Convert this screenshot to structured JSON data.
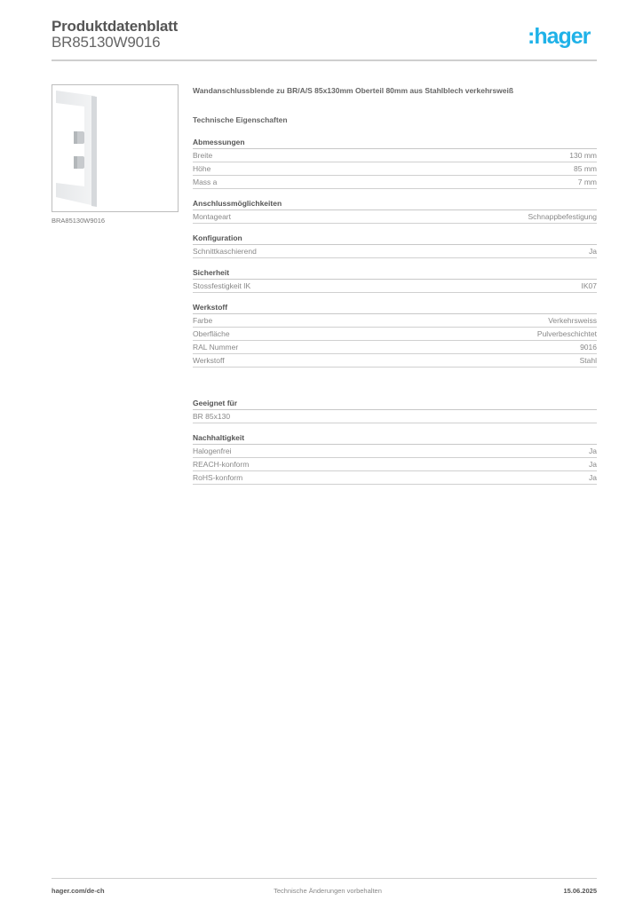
{
  "header": {
    "title": "Produktdatenblatt",
    "product_code": "BR85130W9016",
    "logo_text": "hager",
    "logo_prefix": ":",
    "brand_color": "#1fb2e8"
  },
  "image": {
    "caption": "BRA85130W9016",
    "icon": "product-photo-wall-connection-cover"
  },
  "description": "Wandanschlussblende zu BR/A/S 85x130mm Oberteil 80mm aus Stahlblech verkehrsweiß",
  "tech_title": "Technische Eigenschaften",
  "sections": [
    {
      "title": "Abmessungen",
      "rows": [
        {
          "label": "Breite",
          "value": "130 mm"
        },
        {
          "label": "Höhe",
          "value": "85 mm"
        },
        {
          "label": "Mass a",
          "value": "7 mm"
        }
      ]
    },
    {
      "title": "Anschlussmöglichkeiten",
      "rows": [
        {
          "label": "Montageart",
          "value": "Schnappbefestigung"
        }
      ]
    },
    {
      "title": "Konfiguration",
      "rows": [
        {
          "label": "Schnittkaschierend",
          "value": "Ja"
        }
      ]
    },
    {
      "title": "Sicherheit",
      "rows": [
        {
          "label": "Stossfestigkeit IK",
          "value": "IK07"
        }
      ]
    },
    {
      "title": "Werkstoff",
      "rows": [
        {
          "label": "Farbe",
          "value": "Verkehrsweiss"
        },
        {
          "label": "Oberfläche",
          "value": "Pulverbeschichtet"
        },
        {
          "label": "RAL Nummer",
          "value": "9016"
        },
        {
          "label": "Werkstoff",
          "value": "Stahl"
        }
      ]
    },
    {
      "title": "Geeignet für",
      "rows": [
        {
          "label": "BR 85x130",
          "value": ""
        }
      ]
    },
    {
      "title": "Nachhaltigkeit",
      "rows": [
        {
          "label": "Halogenfrei",
          "value": "Ja"
        },
        {
          "label": "REACH-konform",
          "value": "Ja"
        },
        {
          "label": "RoHS-konform",
          "value": "Ja"
        }
      ]
    }
  ],
  "footer": {
    "website": "hager.com/de-ch",
    "notice": "Technische Änderungen vorbehalten",
    "date": "15.06.2025"
  }
}
